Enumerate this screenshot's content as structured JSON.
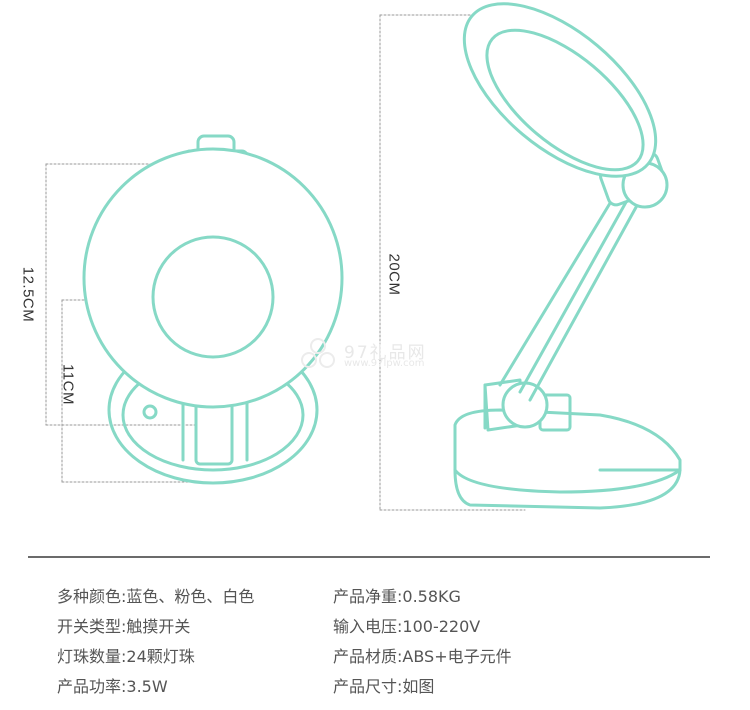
{
  "colors": {
    "lamp_stroke": "#86d9c6",
    "dimension_line": "#9a9a9a",
    "text": "#555555",
    "divider": "#6b6b6b",
    "watermark": "#e6e6e6"
  },
  "dimensions": {
    "height_front": "12.5CM",
    "head_diameter": "11CM",
    "height_side": "20CM"
  },
  "watermark": {
    "brand": "97礼品网",
    "url": "www.97lpw.com"
  },
  "specs": {
    "left": [
      {
        "label": "多种颜色:",
        "value": "蓝色、粉色、白色"
      },
      {
        "label": "开关类型:",
        "value": "触摸开关"
      },
      {
        "label": "灯珠数量:",
        "value": "24颗灯珠"
      },
      {
        "label": "产品功率:",
        "value": "3.5W"
      }
    ],
    "right": [
      {
        "label": "产品净重:",
        "value": "0.58KG"
      },
      {
        "label": "输入电压:",
        "value": "100-220V"
      },
      {
        "label": "产品材质:",
        "value": "ABS+电子元件"
      },
      {
        "label": "产品尺寸:",
        "value": "如图"
      }
    ]
  }
}
